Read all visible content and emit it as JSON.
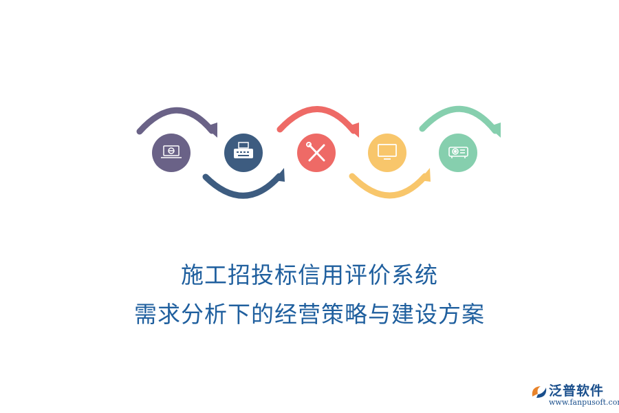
{
  "title": {
    "line1": "施工招投标信用评价系统",
    "line2": "需求分析下的经营策略与建设方案"
  },
  "steps": [
    {
      "icon": "laptop-globe-icon",
      "color": "#6a6287"
    },
    {
      "icon": "typewriter-icon",
      "color": "#3d5c80"
    },
    {
      "icon": "wrench-screwdriver-icon",
      "color": "#ee6a66"
    },
    {
      "icon": "monitor-icon",
      "color": "#f8c66b"
    },
    {
      "icon": "projector-icon",
      "color": "#86cfae"
    }
  ],
  "logo": {
    "name": "泛普软件",
    "url": "www.fanpusoft.com",
    "accent": "#e8832a",
    "brand": "#1a4f8c"
  }
}
